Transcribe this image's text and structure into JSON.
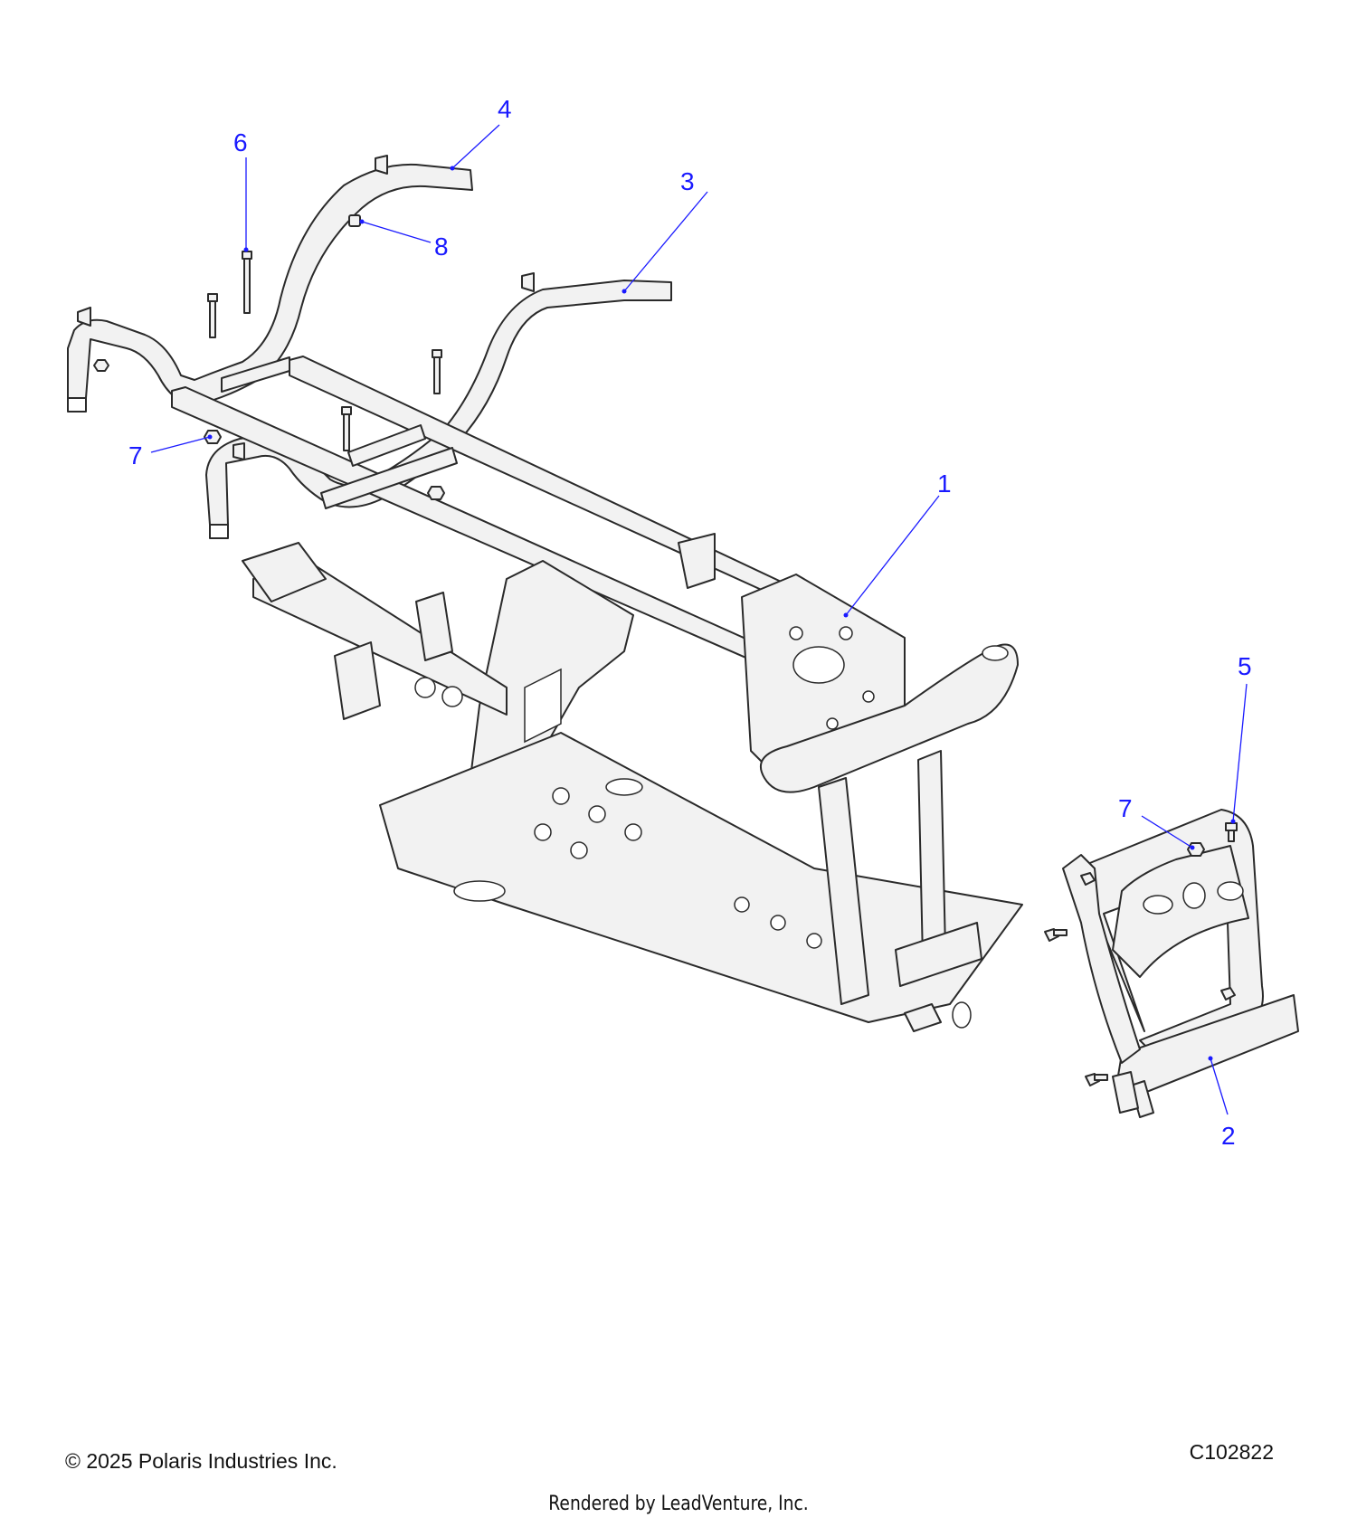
{
  "callouts": [
    {
      "id": "1",
      "label": "1"
    },
    {
      "id": "2",
      "label": "2"
    },
    {
      "id": "3",
      "label": "3"
    },
    {
      "id": "4",
      "label": "4"
    },
    {
      "id": "5",
      "label": "5"
    },
    {
      "id": "6",
      "label": "6"
    },
    {
      "id": "7a",
      "label": "7"
    },
    {
      "id": "7b",
      "label": "7"
    },
    {
      "id": "8",
      "label": "8"
    }
  ],
  "footer": {
    "copyright": "© 2025 Polaris Industries Inc.",
    "diagram_id": "C102822",
    "rendered_by": "Rendered by LeadVenture, Inc."
  },
  "colors": {
    "callout": "#1a1aff",
    "line": "#2a2a2a",
    "part_fill": "#f2f2f2"
  }
}
